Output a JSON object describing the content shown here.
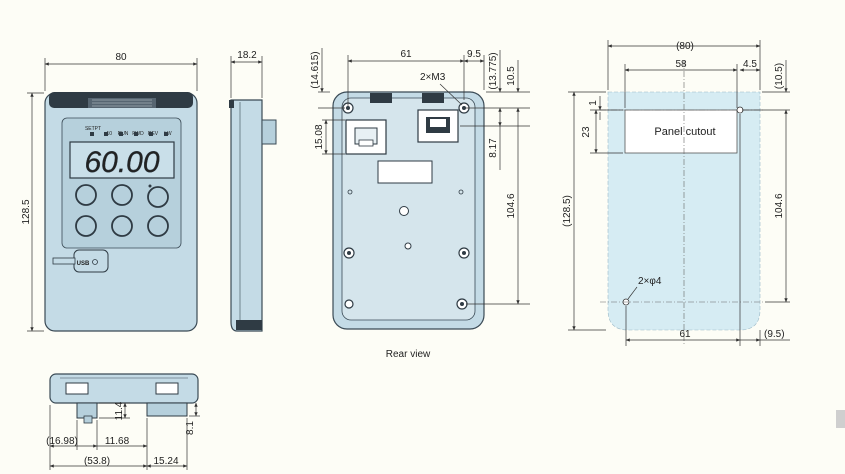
{
  "front_view": {
    "width_dim": "80",
    "height_dim": "128.5",
    "display_value": "60.00",
    "indicator_labels": [
      "SETPT",
      "x10",
      "RUN",
      "FWD",
      "REV",
      "kW"
    ],
    "usb_label": "USB"
  },
  "side_view": {
    "depth_dim": "18.2"
  },
  "rear_view": {
    "caption": "Rear view",
    "dims": {
      "width_61": "61",
      "offset_9_5": "9.5",
      "top_14_615": "(14.615)",
      "top_13_775": "(13.775)",
      "top_10_5": "10.5",
      "screws": "2×M3",
      "left_15_08": "15.08",
      "right_8_17": "8.17",
      "right_104_6": "104.6"
    }
  },
  "cutout_view": {
    "label": "Panel cutout",
    "dims": {
      "width_80": "(80)",
      "width_58": "58",
      "offset_4_5": "4.5",
      "top_10_5": "(10.5)",
      "left_1": "1",
      "left_23": "23",
      "height_128_5": "(128.5)",
      "right_104_6": "104.6",
      "holes": "2×φ4",
      "bottom_61": "61",
      "bottom_9_5": "(9.5)"
    },
    "colors": {
      "fill": "#d6ecf3",
      "cutout_fill": "#ffffff"
    }
  },
  "bottom_view": {
    "dims": {
      "h_11_4": "11.4",
      "h_8_1": "8.1",
      "w_16_98": "(16.98)",
      "w_11_68": "11.68",
      "w_53_8": "(53.8)",
      "w_15_24": "15.24"
    }
  },
  "colors": {
    "body_fill": "#c4dbe6",
    "dark": "#2f3b44",
    "display_bg": "#c9dfe9"
  }
}
